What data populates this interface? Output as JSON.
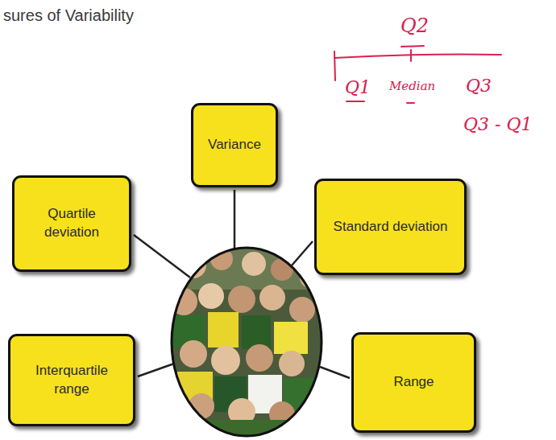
{
  "diagram": {
    "title": "sures of Variability",
    "nodes": [
      {
        "text": [
          "Variance"
        ]
      },
      {
        "text": [
          "Quartile deviation"
        ]
      },
      {
        "text": [
          "Standard deviation"
        ]
      },
      {
        "text": [
          "Interquartile range"
        ]
      },
      {
        "text": [
          "Range"
        ]
      }
    ],
    "labels": [
      "Q2",
      "Q1",
      "Median",
      "Q3",
      "Q3 - Q1"
    ]
  }
}
